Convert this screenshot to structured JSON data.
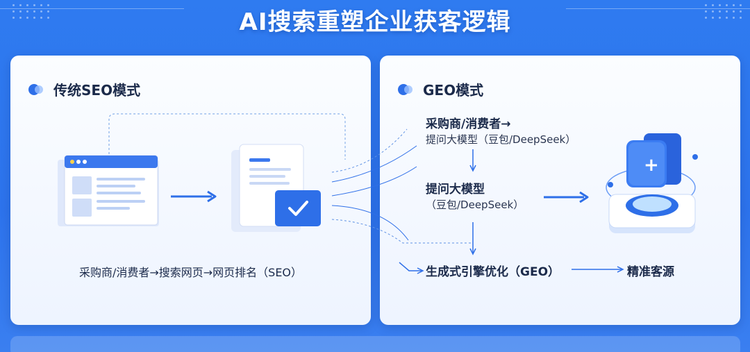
{
  "title": "AI搜索重塑企业获客逻辑",
  "colors": {
    "accent": "#2e6fe8",
    "background": "#2f7bf0",
    "panel": "#f4f8ff",
    "text": "#1b2a4a"
  },
  "left_panel": {
    "heading": "传统SEO模式",
    "flow": "采购商/消费者→搜索网页→网页排名（SEO）",
    "icons": [
      "browser-window-icon",
      "document-check-icon"
    ]
  },
  "right_panel": {
    "heading": "GEO模式",
    "step1_line1": "采购商/消费者→",
    "step1_line2": "提问大模型（豆包/DeepSeek）",
    "step2_line1": "提问大模型",
    "step2_line2": "（豆包/DeepSeek）",
    "step3": "生成式引擎优化（GEO）",
    "result": "精准客源",
    "icons": [
      "ai-cube-icon"
    ]
  }
}
